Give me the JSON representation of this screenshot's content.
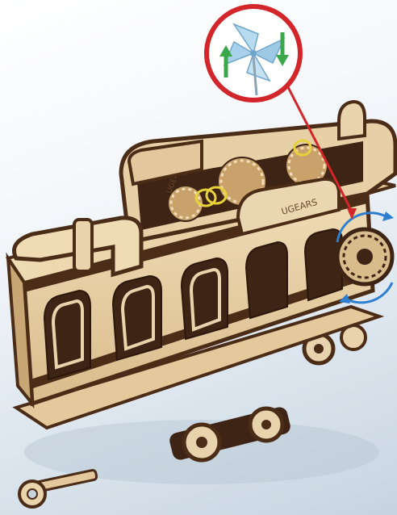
{
  "product": {
    "brand_engraving": "UGEARS",
    "brand_engraving_side": "UGEARS"
  },
  "callout": {
    "icon": "pinwheel-icon",
    "rotation_arrows": "two-way-rotation",
    "ring_color": "#d2262a",
    "arrow_green": "#3aa84a",
    "pinwheel_blue": "#9ec9e4"
  },
  "annotation": {
    "pointer_color": "#d2262a",
    "rotation_arrow_color": "#2f7fd0"
  },
  "palette": {
    "wood_light": "#e9d3ad",
    "wood_mid": "#d8bb8c",
    "wood_dark": "#4a2c17",
    "spring_yellow": "#e8d23c"
  }
}
